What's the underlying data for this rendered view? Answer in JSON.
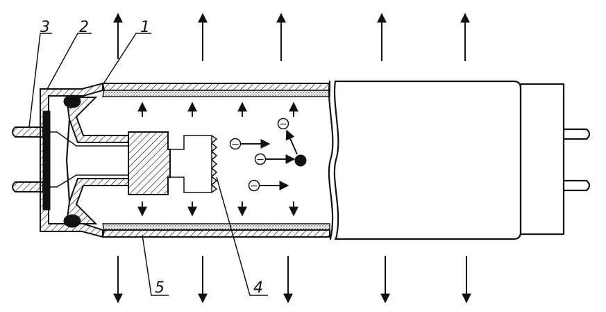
{
  "labels": {
    "l1": "1",
    "l2": "2",
    "l3": "3",
    "l4": "4",
    "l5": "5"
  },
  "symbols": {
    "electron": "−"
  }
}
